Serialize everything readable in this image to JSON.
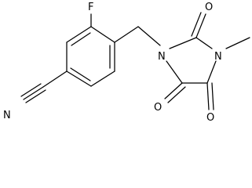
{
  "molecule": {
    "atoms": {
      "fluorine": "F",
      "nitrile_nitrogen": "N",
      "ring_nitrogen_1": "N",
      "ring_nitrogen_3": "N",
      "oxygen_c2": "O",
      "oxygen_c4": "O",
      "oxygen_c5": "O"
    }
  }
}
